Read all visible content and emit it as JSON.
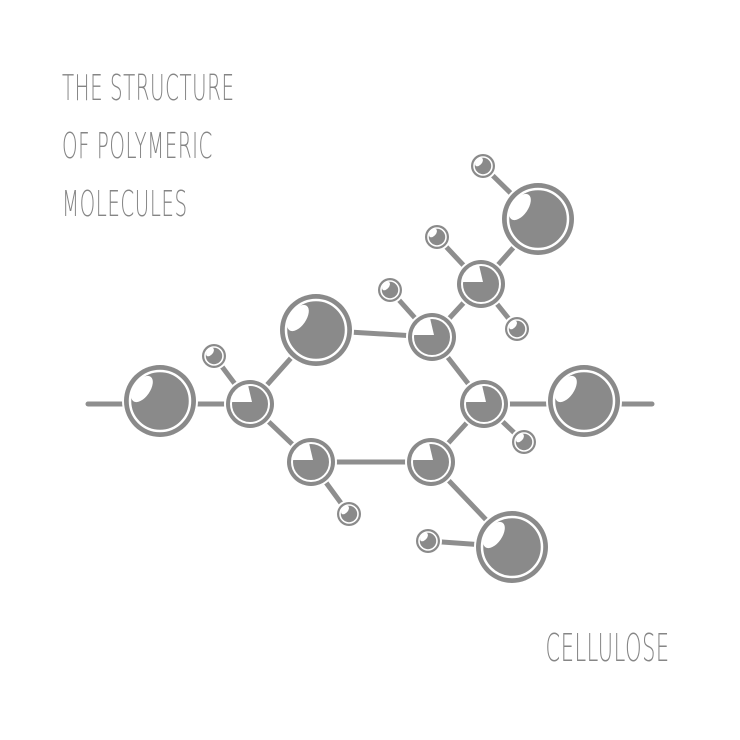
{
  "title": {
    "line1": "THE STRUCTURE",
    "line2": "OF POLYMERIC",
    "line3": "MOLECULES"
  },
  "caption": "CELLULOSE",
  "colors": {
    "atom": "#8a8a8a",
    "bond": "#8e8e8e",
    "highlight": "#ffffff",
    "background": "#ffffff"
  }
}
